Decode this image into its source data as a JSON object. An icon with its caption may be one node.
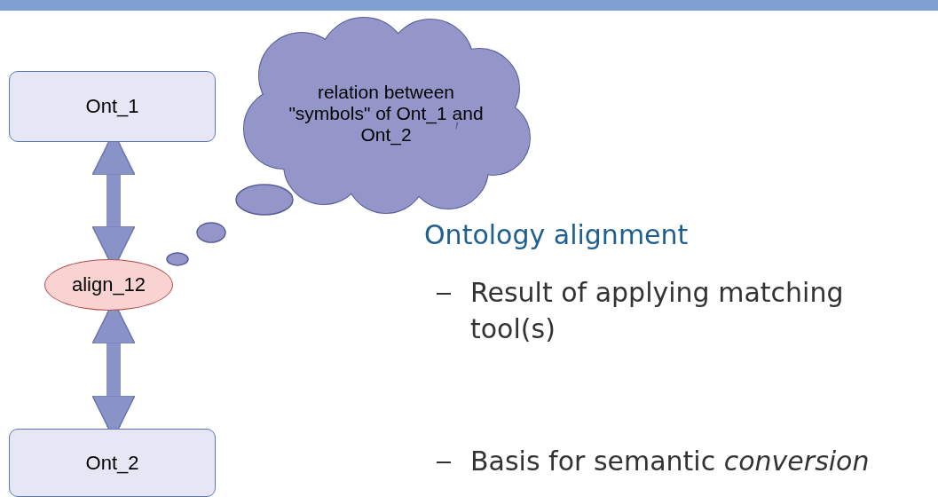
{
  "diagram": {
    "nodes": [
      {
        "text": [
          "Ont_1"
        ]
      },
      {
        "text": [
          "relation between \"symbols\" of Ont_1 and Ont_2"
        ]
      },
      {
        "text": [
          "align_12"
        ]
      },
      {
        "text": [
          "Ont_2"
        ]
      }
    ],
    "edges": [
      {
        "from": 0,
        "to": 2,
        "arrow": "both"
      },
      {
        "from": 2,
        "to": 3,
        "arrow": "both"
      }
    ],
    "labels": [
      "Ontology alignment",
      "Result of applying matching tool(s)",
      "Basis for semantic *conversion*"
    ]
  }
}
